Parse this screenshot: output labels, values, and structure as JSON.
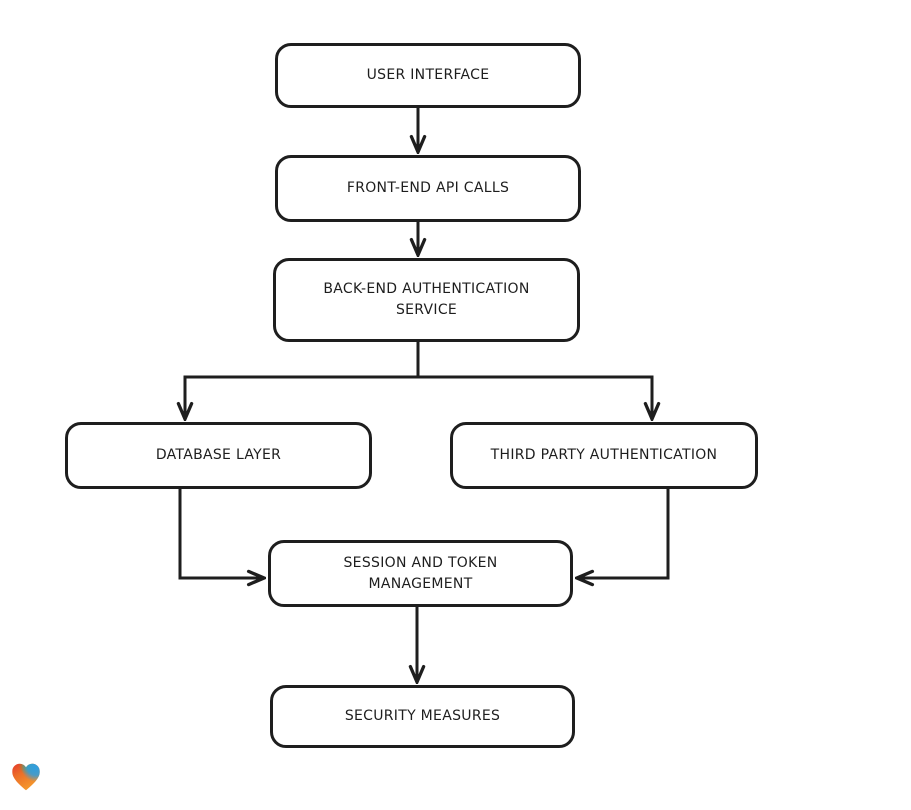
{
  "page": {
    "background": "#ffffff"
  },
  "diagram": {
    "type": "flowchart",
    "style": "hand-drawn",
    "stroke_color": "#1e1e1e",
    "node_fill": "#ffffff",
    "nodes": {
      "user_interface": {
        "label": "USER INTERFACE"
      },
      "frontend_api_calls": {
        "label": "FRONT-END API CALLS"
      },
      "backend_auth_service": {
        "label": "BACK-END AUTHENTICATION SERVICE"
      },
      "database_layer": {
        "label": "DATABASE LAYER"
      },
      "third_party_auth": {
        "label": "THIRD PARTY AUTHENTICATION"
      },
      "session_token_mgmt": {
        "label": "SESSION AND TOKEN MANAGEMENT"
      },
      "security_measures": {
        "label": "SECURITY MEASURES"
      }
    },
    "edges": [
      {
        "from": "user_interface",
        "to": "frontend_api_calls"
      },
      {
        "from": "frontend_api_calls",
        "to": "backend_auth_service"
      },
      {
        "from": "backend_auth_service",
        "to": "database_layer"
      },
      {
        "from": "backend_auth_service",
        "to": "third_party_auth"
      },
      {
        "from": "database_layer",
        "to": "session_token_mgmt"
      },
      {
        "from": "third_party_auth",
        "to": "session_token_mgmt"
      },
      {
        "from": "session_token_mgmt",
        "to": "security_measures"
      }
    ]
  },
  "logo": {
    "icon": "heart-icon",
    "colors": {
      "red": "#e2262d",
      "orange": "#f7a42e",
      "green": "#4cae52",
      "blue": "#2e9fe0"
    }
  }
}
